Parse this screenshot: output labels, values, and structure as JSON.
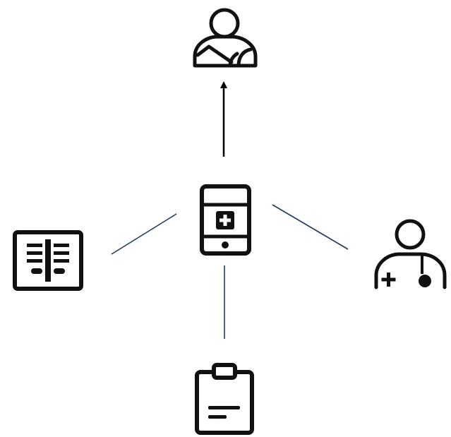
{
  "diagram": {
    "nodes": [
      {
        "id": "mobile-health-app",
        "icon": "smartphone-medical-icon"
      },
      {
        "id": "patient",
        "icon": "patient-with-injured-arm-icon"
      },
      {
        "id": "doctor",
        "icon": "doctor-with-stethoscope-icon"
      },
      {
        "id": "xray",
        "icon": "chest-xray-icon"
      },
      {
        "id": "medical-record",
        "icon": "clipboard-icon"
      }
    ],
    "edges": [
      {
        "from": "mobile-health-app",
        "to": "patient",
        "directed": true
      },
      {
        "from": "mobile-health-app",
        "to": "doctor",
        "directed": false
      },
      {
        "from": "mobile-health-app",
        "to": "xray",
        "directed": false
      },
      {
        "from": "mobile-health-app",
        "to": "medical-record",
        "directed": false
      }
    ],
    "colors": {
      "icon": "#111111",
      "arrow": "#000000",
      "connector": "#1f3a5a",
      "background": "#ffffff"
    }
  }
}
